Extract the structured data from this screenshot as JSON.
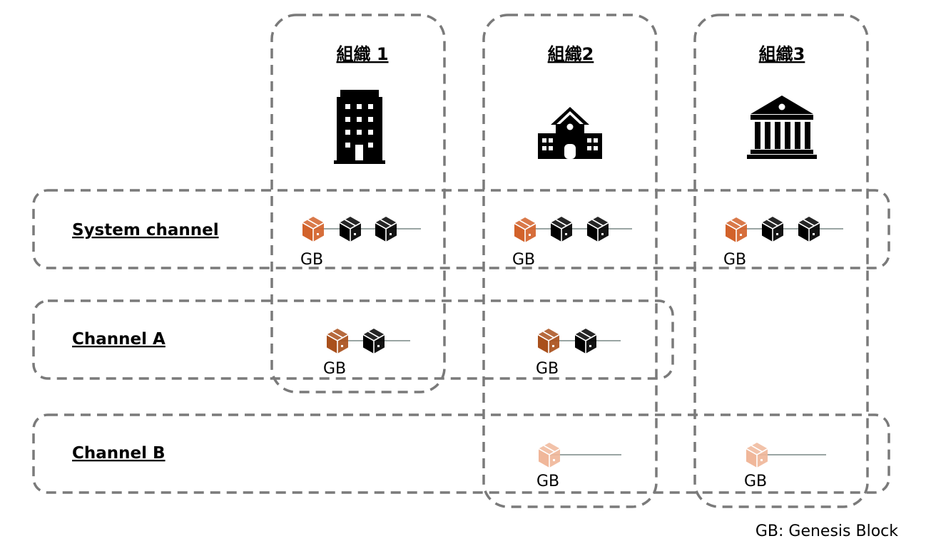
{
  "organizations": [
    {
      "title": "組織 1",
      "icon": "office-building-icon"
    },
    {
      "title": "組織2",
      "icon": "school-icon"
    },
    {
      "title": "組織3",
      "icon": "bank-icon"
    }
  ],
  "channels": [
    {
      "label": "System channel",
      "genesis_label": "GB"
    },
    {
      "label": "Channel A",
      "genesis_label": "GB"
    },
    {
      "label": "Channel B",
      "genesis_label": "GB"
    }
  ],
  "colors": {
    "system_genesis": "#d2622a",
    "channel_a_genesis": "#a9501c",
    "channel_b_genesis": "#f0b79a",
    "block": "#000000",
    "dashed_border": "#7a7a7a",
    "chain_line": "#9aa5a3"
  },
  "legend": "GB: Genesis Block"
}
